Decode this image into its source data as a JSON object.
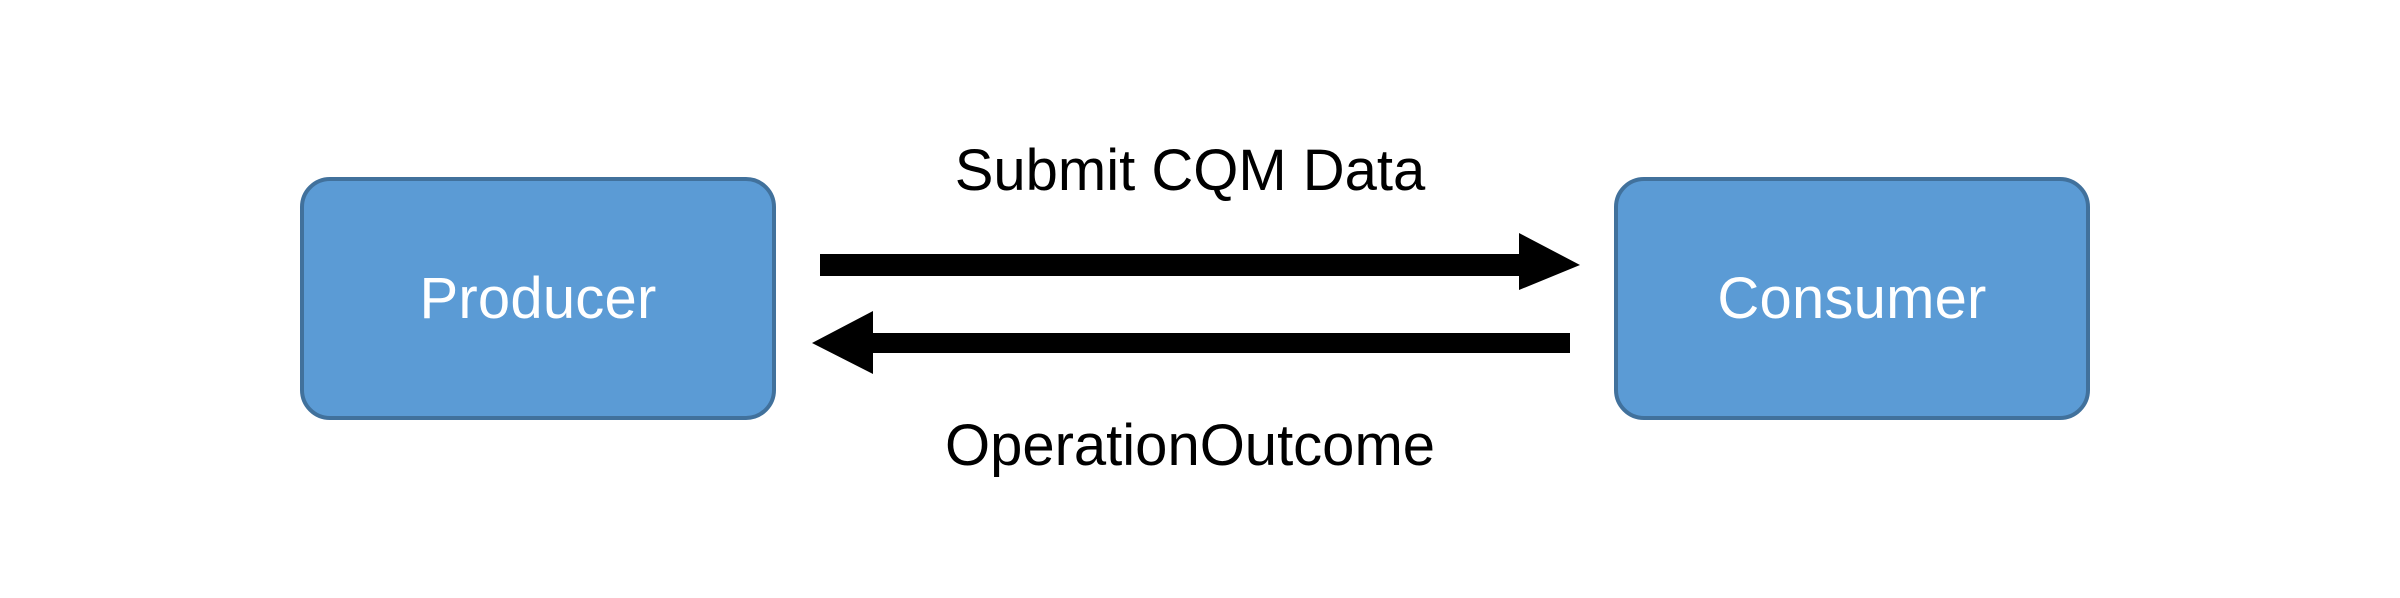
{
  "diagram": {
    "type": "sequence-interaction",
    "background_color": "#ffffff",
    "nodes": [
      {
        "id": "producer",
        "label": "Producer",
        "shape": "rounded-rectangle",
        "fill_color": "#5b9bd5",
        "border_color": "#41719c",
        "text_color": "#ffffff"
      },
      {
        "id": "consumer",
        "label": "Consumer",
        "shape": "rounded-rectangle",
        "fill_color": "#5b9bd5",
        "border_color": "#41719c",
        "text_color": "#ffffff"
      }
    ],
    "edges": [
      {
        "id": "submit",
        "label": "Submit CQM Data",
        "from": "producer",
        "to": "consumer",
        "direction": "right",
        "color": "#000000"
      },
      {
        "id": "outcome",
        "label": "OperationOutcome",
        "from": "consumer",
        "to": "producer",
        "direction": "left",
        "color": "#000000"
      }
    ]
  }
}
